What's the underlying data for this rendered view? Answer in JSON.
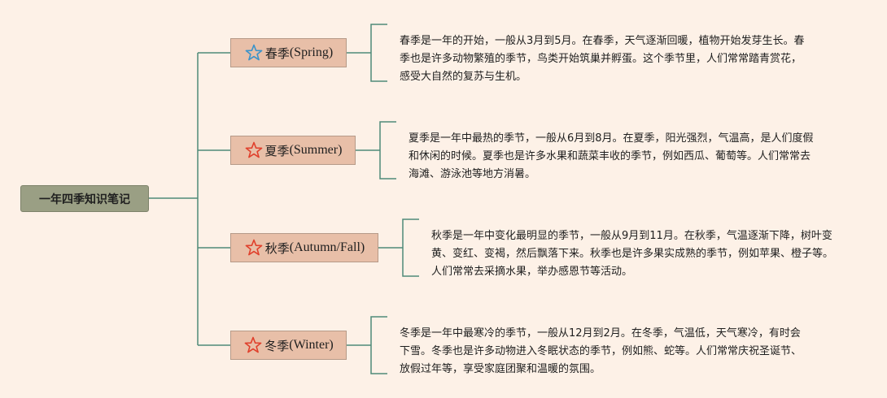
{
  "root": {
    "title": "一年四季知识笔记"
  },
  "colors": {
    "line": "#4f8a78",
    "root_bg": "#9a9f84",
    "node_bg": "#e8bfa8",
    "star_blue": "#3b93c9",
    "star_red": "#e0402c"
  },
  "seasons": [
    {
      "name": "春季",
      "en": "(Spring)",
      "icon": "star-outline-blue-icon",
      "desc": "春季是一年的开始，一般从3月到5月。在春季，天气逐渐回暖，植物开始发芽生长。春季也是许多动物繁殖的季节，鸟类开始筑巢并孵蛋。这个季节里，人们常常踏青赏花，感受大自然的复苏与生机。"
    },
    {
      "name": "夏季",
      "en": "(Summer)",
      "icon": "star-outline-red-icon",
      "desc": "夏季是一年中最热的季节，一般从6月到8月。在夏季，阳光强烈，气温高，是人们度假和休闲的时候。夏季也是许多水果和蔬菜丰收的季节，例如西瓜、葡萄等。人们常常去海滩、游泳池等地方消暑。"
    },
    {
      "name": "秋季",
      "en": "(Autumn/Fall)",
      "icon": "star-outline-red-icon",
      "desc": "秋季是一年中变化最明显的季节，一般从9月到11月。在秋季，气温逐渐下降，树叶变黄、变红、变褐，然后飘落下来。秋季也是许多果实成熟的季节，例如苹果、橙子等。人们常常去采摘水果，举办感恩节等活动。"
    },
    {
      "name": "冬季",
      "en": "(Winter)",
      "icon": "star-outline-red-icon",
      "desc": "冬季是一年中最寒冷的季节，一般从12月到2月。在冬季，气温低，天气寒冷，有时会下雪。冬季也是许多动物进入冬眠状态的季节，例如熊、蛇等。人们常常庆祝圣诞节、放假过年等，享受家庭团聚和温暖的氛围。"
    }
  ]
}
